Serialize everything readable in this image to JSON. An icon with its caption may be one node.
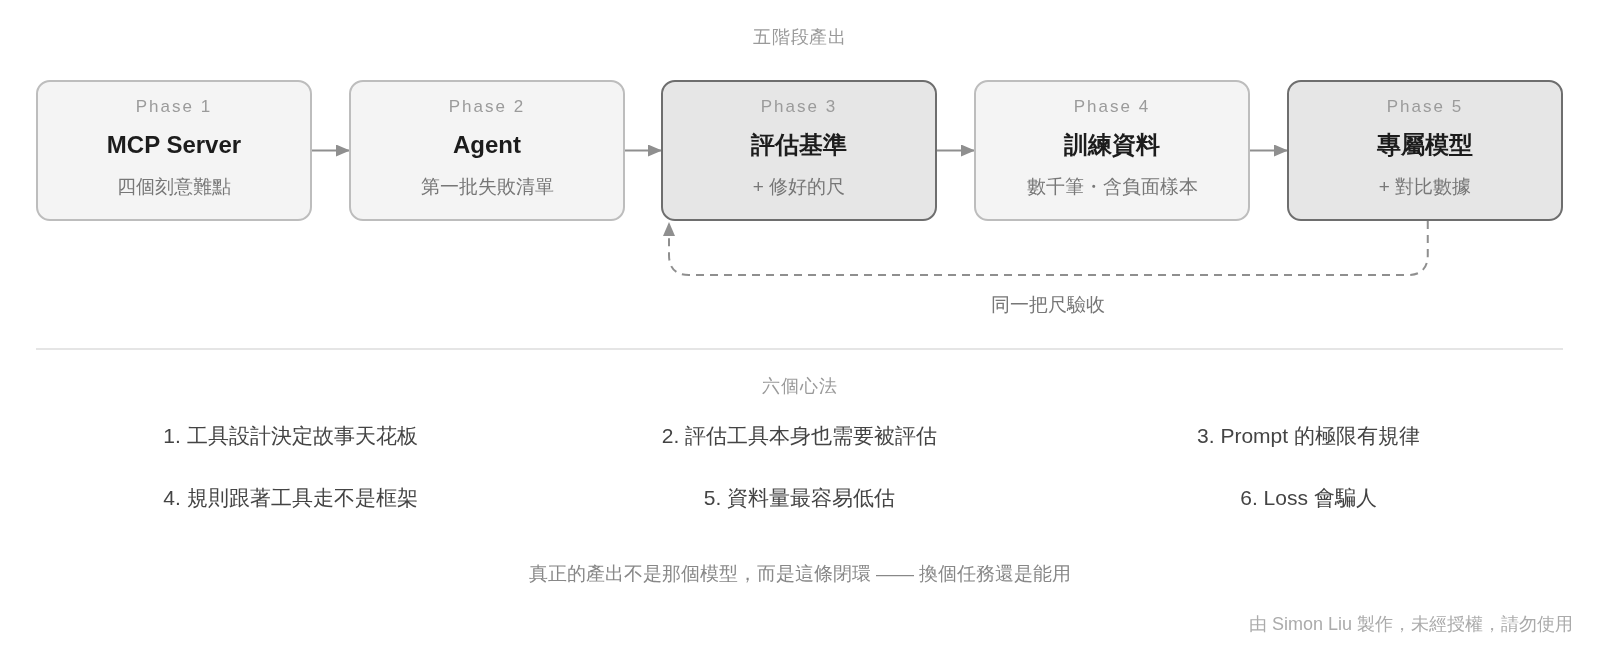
{
  "diagram": {
    "title": "五階段產出",
    "nodes": [
      {
        "text": [
          "Phase 1",
          "MCP Server",
          "四個刻意難點"
        ]
      },
      {
        "text": [
          "Phase 2",
          "Agent",
          "第一批失敗清單"
        ]
      },
      {
        "text": [
          "Phase 3",
          "評估基準",
          "+ 修好的尺"
        ]
      },
      {
        "text": [
          "Phase 4",
          "訓練資料",
          "數千筆・含負面樣本"
        ]
      },
      {
        "text": [
          "Phase 5",
          "專屬模型",
          "+ 對比數據"
        ]
      }
    ],
    "edges": [
      {
        "from": 0,
        "to": 1,
        "arrow": "to"
      },
      {
        "from": 1,
        "to": 2,
        "arrow": "to"
      },
      {
        "from": 2,
        "to": 3,
        "arrow": "to"
      },
      {
        "from": 3,
        "to": 4,
        "arrow": "to"
      },
      {
        "from": 4,
        "to": 2,
        "arrow": "to",
        "style": "dashed",
        "label": "同一把尺驗收"
      }
    ],
    "labels": [
      "六個心法",
      "1. 工具設計決定故事天花板",
      "2. 評估工具本身也需要被評估",
      "3. Prompt 的極限有規律",
      "4. 規則跟著工具走不是框架",
      "5. 資料量最容易低估",
      "6. Loss 會騙人",
      "由 Simon Liu 製作，未經授權，請勿使用"
    ],
    "caption": "真正的產出不是那個模型，而是這條閉環 —— 換個任務還是能用"
  }
}
